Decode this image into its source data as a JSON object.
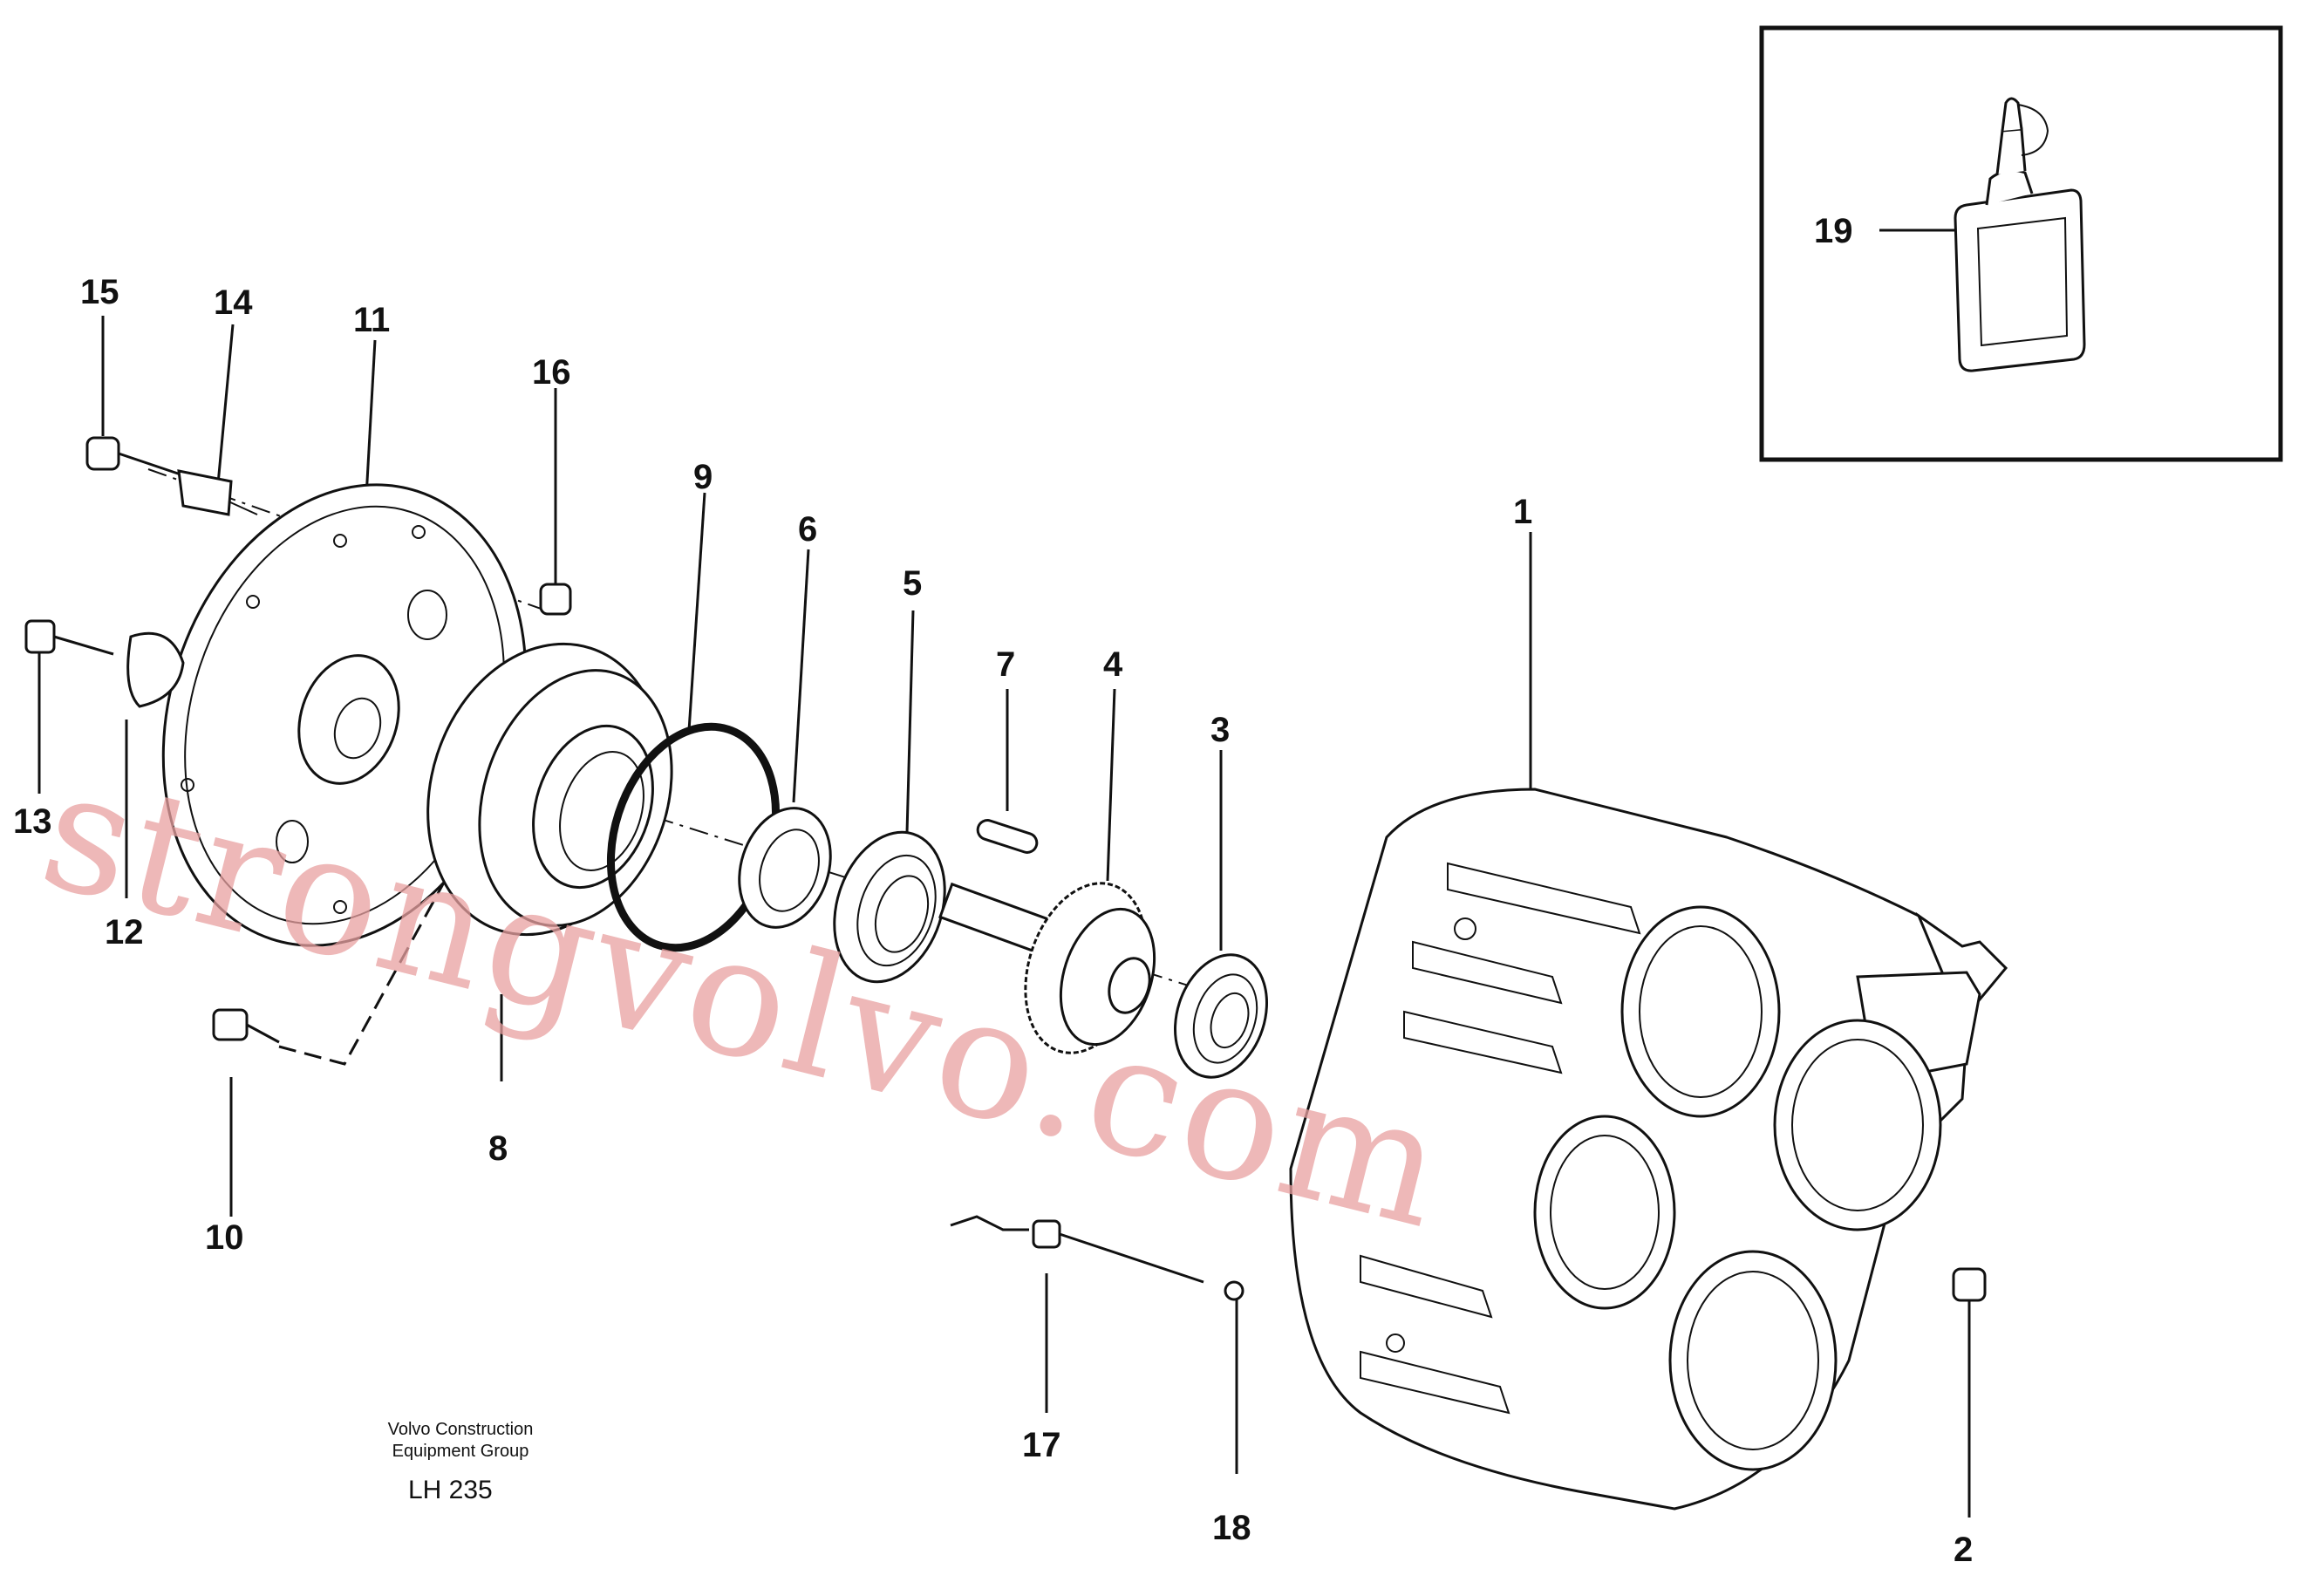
{
  "diagram": {
    "callouts": {
      "p1": "1",
      "p2": "2",
      "p3": "3",
      "p4": "4",
      "p5": "5",
      "p6": "6",
      "p7": "7",
      "p8": "8",
      "p9": "9",
      "p10": "10",
      "p11": "11",
      "p12": "12",
      "p13": "13",
      "p14": "14",
      "p15": "15",
      "p16": "16",
      "p17": "17",
      "p18": "18",
      "p19": "19"
    },
    "footer": {
      "line1": "Volvo Construction",
      "line2": "Equipment Group",
      "code": "LH 235"
    },
    "watermark": "strongvolvo.com"
  }
}
